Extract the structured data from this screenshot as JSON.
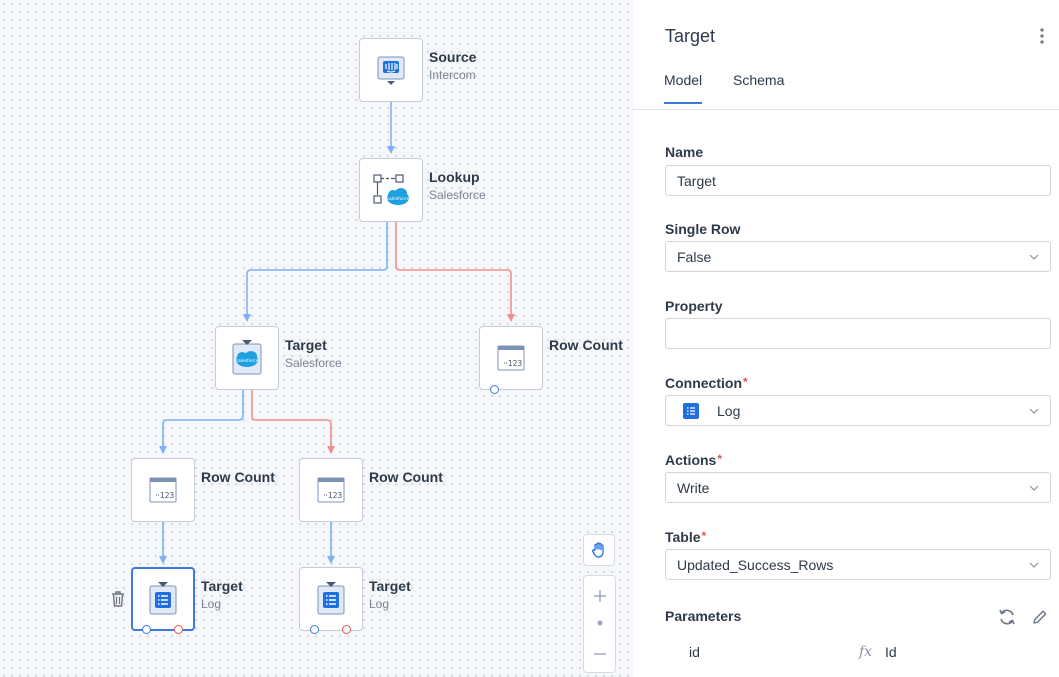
{
  "canvas": {
    "nodes": [
      {
        "id": "source",
        "title": "Source",
        "subtitle": "Intercom",
        "icon": "intercom-icon"
      },
      {
        "id": "lookup",
        "title": "Lookup",
        "subtitle": "Salesforce",
        "icon": "lookup-salesforce-icon"
      },
      {
        "id": "target-sf",
        "title": "Target",
        "subtitle": "Salesforce",
        "icon": "salesforce-target-icon"
      },
      {
        "id": "rowcount-right",
        "title": "Row Count",
        "subtitle": "",
        "icon": "row-count-icon"
      },
      {
        "id": "rowcount-left",
        "title": "Row Count",
        "subtitle": "",
        "icon": "row-count-icon"
      },
      {
        "id": "rowcount-mid",
        "title": "Row Count",
        "subtitle": "",
        "icon": "row-count-icon"
      },
      {
        "id": "target-log-1",
        "title": "Target",
        "subtitle": "Log",
        "icon": "log-target-icon"
      },
      {
        "id": "target-log-2",
        "title": "Target",
        "subtitle": "Log",
        "icon": "log-target-icon"
      }
    ],
    "colors": {
      "success_link": "#7fb1f5",
      "error_link": "#f08f8f",
      "accent": "#3b7be0"
    }
  },
  "panel": {
    "title": "Target",
    "tabs": [
      {
        "label": "Model",
        "active": true
      },
      {
        "label": "Schema",
        "active": false
      }
    ],
    "fields": {
      "name": {
        "label": "Name",
        "value": "Target"
      },
      "single_row": {
        "label": "Single Row",
        "value": "False"
      },
      "property": {
        "label": "Property",
        "value": ""
      },
      "connection": {
        "label": "Connection",
        "value": "Log",
        "required": "*"
      },
      "actions": {
        "label": "Actions",
        "value": "Write",
        "required": "*"
      },
      "table": {
        "label": "Table",
        "value": "Updated_Success_Rows",
        "required": "*"
      }
    },
    "parameters": {
      "label": "Parameters",
      "rows": [
        {
          "name": "id",
          "fx": "fx",
          "value": "Id"
        }
      ]
    }
  }
}
